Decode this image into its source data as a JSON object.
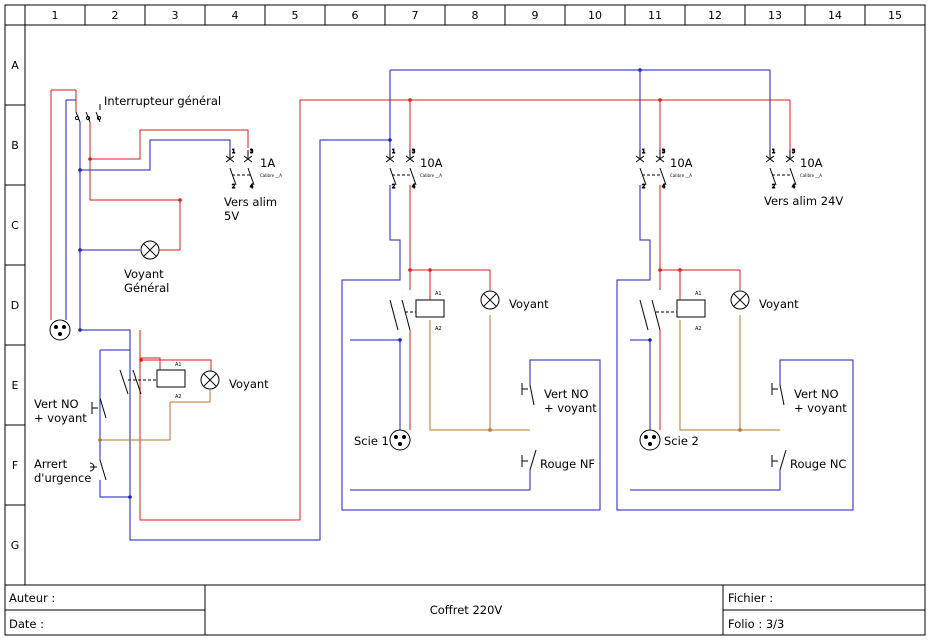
{
  "grid": {
    "columns": [
      "1",
      "2",
      "3",
      "4",
      "5",
      "6",
      "7",
      "8",
      "9",
      "10",
      "11",
      "12",
      "13",
      "14",
      "15"
    ],
    "rows": [
      "A",
      "B",
      "C",
      "D",
      "E",
      "F",
      "G"
    ]
  },
  "labels": {
    "main_switch": "Interrupteur général",
    "b1_rating": "1A",
    "b1_caliber": "Calibre __A",
    "b1_dest_1": "Vers alim",
    "b1_dest_2": "5V",
    "b2_rating": "10A",
    "b2_caliber": "Calibre __A",
    "b3_rating": "10A",
    "b3_caliber": "Calibre __A",
    "b4_rating": "10A",
    "b4_caliber": "Calibre __A",
    "b4_dest": "Vers alim 24V",
    "lamp_general_1": "Voyant",
    "lamp_general_2": "Général",
    "lamp_main": "Voyant",
    "lamp_saw1": "Voyant",
    "lamp_saw2": "Voyant",
    "btn_start_main_1": "Vert NO",
    "btn_start_main_2": "+ voyant",
    "btn_estop_1": "Arrert",
    "btn_estop_2": "d'urgence",
    "btn_start_s1_1": "Vert NO",
    "btn_start_s1_2": "+ voyant",
    "btn_stop_s1": "Rouge NF",
    "btn_start_s2_1": "Vert NO",
    "btn_start_s2_2": "+ voyant",
    "btn_stop_s2": "Rouge NC",
    "saw1": "Scie 1",
    "saw2": "Scie 2",
    "coil_a1": "A1",
    "coil_a2": "A2",
    "term_1": "1",
    "term_2": "2",
    "term_3": "3",
    "term_4": "4"
  },
  "footer": {
    "author_label": "Auteur :",
    "date_label": "Date :",
    "title": "Coffret 220V",
    "file_label": "Fichier :",
    "folio_label": "Folio : 3/3"
  },
  "colors": {
    "phase": "#d81e1e",
    "neutral": "#1a22b8",
    "control": "#b8732e",
    "frame": "#000000"
  }
}
